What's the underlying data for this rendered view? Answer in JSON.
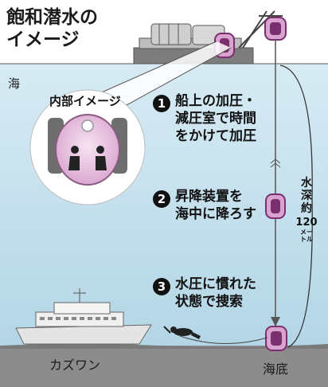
{
  "title": {
    "line1": "飽和潜水の",
    "line2": "イメージ"
  },
  "labels": {
    "sea": "海",
    "seabed": "海底",
    "ship": "カズワン"
  },
  "inset": {
    "title": "内部イメージ"
  },
  "steps": [
    {
      "num": "1",
      "line1": "船上の加圧・",
      "line2": "減圧室で時間",
      "line3": "をかけて加圧"
    },
    {
      "num": "2",
      "line1": "昇降装置を",
      "line2": "海中に降ろす"
    },
    {
      "num": "3",
      "line1": "水圧に慣れた",
      "line2": "状態で捜索"
    }
  ],
  "depth": {
    "label_chars": [
      "水",
      "深",
      "約"
    ],
    "value": "120",
    "unit_chars": [
      "メー",
      "トル"
    ]
  },
  "colors": {
    "sky": "#ffffff",
    "sea_top": "#d7ebf4",
    "sea_bottom": "#b3d6e6",
    "seabed": "#8c8c8c",
    "capsule": "#d9a3cf",
    "capsule_dark": "#7a2f6e",
    "barge": "#7d7d7d"
  }
}
